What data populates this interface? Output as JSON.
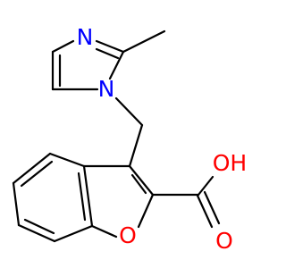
{
  "molecule": {
    "atom_labels": {
      "n_top": "N",
      "n_ring": "N",
      "o_ring": "O",
      "o_hydroxyl": "OH",
      "o_carbonyl": "O"
    },
    "colors": {
      "bond": "#000000",
      "nitrogen": "#0000ff",
      "oxygen": "#ff0000",
      "background": "#ffffff"
    }
  }
}
